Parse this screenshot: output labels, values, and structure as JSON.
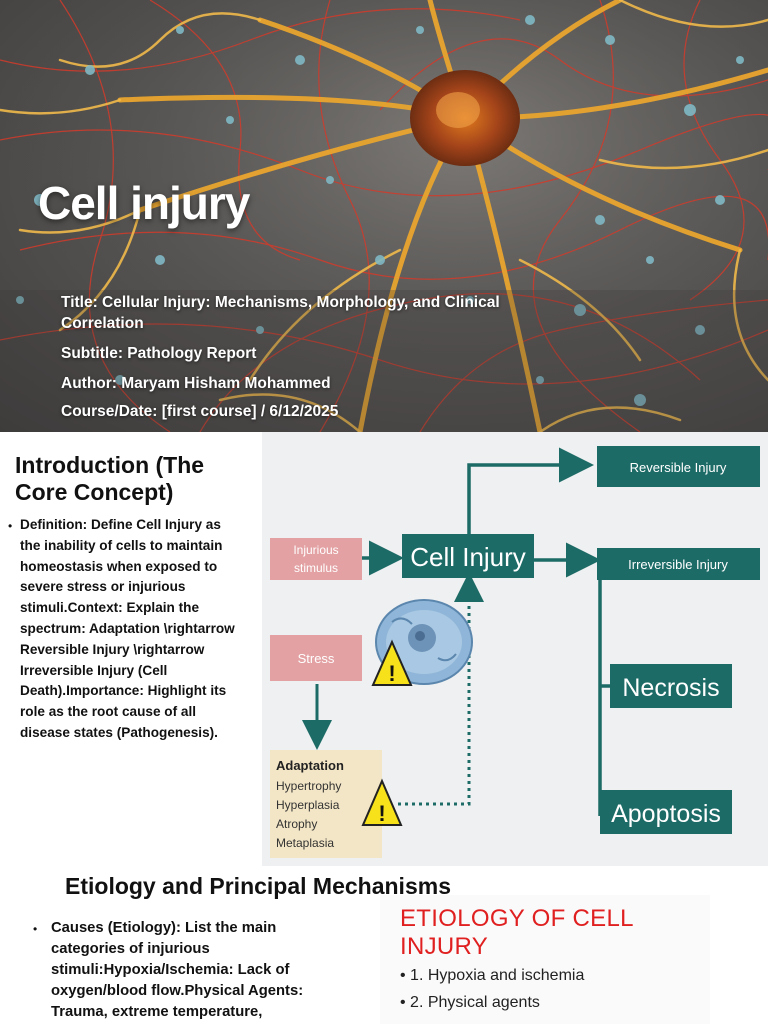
{
  "hero": {
    "title": "Cell injury",
    "meta": {
      "title_line": "Title: Cellular Injury: Mechanisms, Morphology, and Clinical Correlation",
      "subtitle_line": "Subtitle:  Pathology Report",
      "author_line": "Author: Maryam Hisham Mohammed",
      "course_line": "Course/Date: [first course] / 6/12/2025"
    }
  },
  "intro": {
    "heading": "Introduction (The Core Concept)",
    "bullet_lines": [
      "Definition: Define Cell Injury as",
      "the inability of cells to maintain",
      "homeostasis when exposed to",
      "severe stress or injurious",
      "stimuli.Context: Explain the",
      "spectrum: Adaptation \\rightarrow",
      "Reversible Injury \\rightarrow",
      "Irreversible Injury (Cell",
      "Death).Importance: Highlight its",
      "role as the root cause of all",
      "disease states (Pathogenesis)."
    ]
  },
  "diagram": {
    "injurious_stimulus_lines": [
      "Injurious",
      "stimulus"
    ],
    "stress": "Stress",
    "cell_injury": "Cell Injury",
    "reversible": "Reversible Injury",
    "irreversible": "Irreversible Injury",
    "necrosis": "Necrosis",
    "apoptosis": "Apoptosis",
    "adaptation_title": "Adaptation",
    "adaptation_items": [
      "Hypertrophy",
      "Hyperplasia",
      "Atrophy",
      "Metaplasia"
    ],
    "colors": {
      "teal": "#1d6b67",
      "pink": "#e3a1a3",
      "cream": "#f3e6c6",
      "warning": "#f6e11a"
    }
  },
  "etiology": {
    "heading": "Etiology and Principal Mechanisms",
    "bullet_lines": [
      "Causes (Etiology): List the main",
      "categories of injurious",
      "stimuli:Hypoxia/Ischemia: Lack of",
      "oxygen/blood flow.Physical Agents:",
      "Trauma, extreme temperature,"
    ],
    "box_title": "ETIOLOGY OF CELL INJURY",
    "box_items": [
      "• 1. Hypoxia and ischemia",
      "• 2. Physical agents"
    ],
    "box_title_color": "#e02020"
  }
}
